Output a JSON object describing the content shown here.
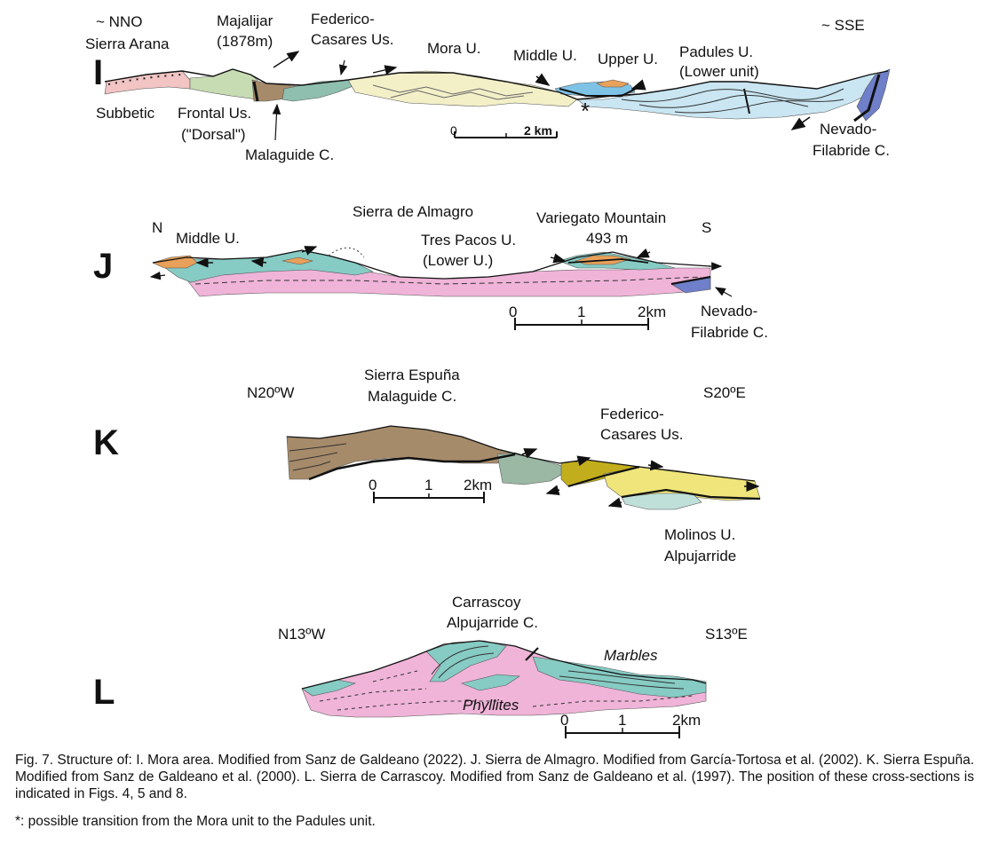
{
  "panels": {
    "I": {
      "letter": "I",
      "labels": {
        "nno": "~ NNO",
        "sierra_arana": "Sierra Arana",
        "majalijar": "Majalijar",
        "majalijar_alt": "(1878m)",
        "federico": "Federico-",
        "casares": "Casares Us.",
        "mora": "Mora U.",
        "middle": "Middle U.",
        "upper": "Upper U.",
        "padules": "Padules U.",
        "lower_unit": "(Lower unit)",
        "sse": "~ SSE",
        "subbetic": "Subbetic",
        "frontal": "Frontal Us.",
        "dorsal": "(\"Dorsal\")",
        "malaguide": "Malaguide C.",
        "nevado": "Nevado-",
        "filabride": "Filabride C.",
        "asterisk": "*"
      },
      "scale": {
        "start": "0",
        "end": "2 km"
      }
    },
    "J": {
      "letter": "J",
      "labels": {
        "n": "N",
        "middle": "Middle U.",
        "sierra": "Sierra de Almagro",
        "tres_pacos": "Tres Pacos U.",
        "lower": "(Lower U.)",
        "variegato": "Variegato Mountain",
        "elevation": "493 m",
        "s": "S",
        "nevado": "Nevado-",
        "filabride": "Filabride C."
      },
      "scale": {
        "start": "0",
        "mid": "1",
        "end": "2km"
      }
    },
    "K": {
      "letter": "K",
      "labels": {
        "nw": "N20ºW",
        "sierra": "Sierra Espuña",
        "malaguide": "Malaguide C.",
        "se": "S20ºE",
        "federico": "Federico-",
        "casares": "Casares Us.",
        "molinos": "Molinos U.",
        "alpujarride": "Alpujarride"
      },
      "scale": {
        "start": "0",
        "mid": "1",
        "end": "2km"
      }
    },
    "L": {
      "letter": "L",
      "labels": {
        "nw": "N13ºW",
        "carrascoy": "Carrascoy",
        "alpujarride": "Alpujarride C.",
        "se": "S13ºE",
        "marbles": "Marbles",
        "phyllites": "Phyllites"
      },
      "scale": {
        "start": "0",
        "mid": "1",
        "end": "2km"
      }
    }
  },
  "colors": {
    "subbetic": "#f2c4c4",
    "frontal": "#c8dcb4",
    "malaguide": "#a68b6a",
    "federico": "#8fbfae",
    "mora": "#f3f0c8",
    "middle": "#e8a05a",
    "padules": "#c9e6f2",
    "nevado": "#6f7fc9",
    "phyllite": "#f0b4d8",
    "marble": "#86cbc4",
    "kyellow": "#efe57a",
    "kolive": "#c2ae1c",
    "kgreen": "#9ab8a4",
    "molinos": "#bfe0d8"
  },
  "caption": "Fig. 7. Structure of: I. Mora area. Modified from Sanz de Galdeano (2022).  J. Sierra de Almagro. Modified from García-Tortosa et al. (2002). K. Sierra Espuña. Modified from Sanz de Galdeano et al. (2000). L. Sierra de Carrascoy. Modified from Sanz de Galdeano et al. (1997). The position of these cross-sections is indicated in Figs. 4, 5 and 8.",
  "note": "*: possible transition from the Mora unit to the Padules unit."
}
